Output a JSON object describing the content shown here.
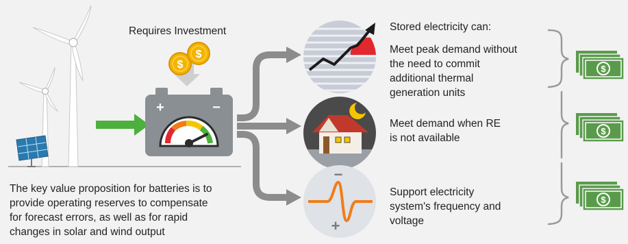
{
  "investment_label": "Requires Investment",
  "stored_heading": "Stored electricity can:",
  "benefits": [
    {
      "lines": [
        "Meet peak demand without",
        "the need to commit",
        "additional thermal",
        "generation units"
      ]
    },
    {
      "lines": [
        "Meet demand when RE",
        "is not available"
      ]
    },
    {
      "lines": [
        "Support electricity",
        "system's frequency and",
        "voltage"
      ]
    }
  ],
  "value_proposition": {
    "lines": [
      "The key value proposition for batteries is to",
      "provide operating reserves to compensate",
      "for forecast errors, as well as for rapid",
      "changes in solar and wind output"
    ]
  },
  "battery_terminals": {
    "plus": "+",
    "minus": "−"
  },
  "frequency_signs": {
    "minus": "−",
    "plus": "+"
  },
  "coin_symbol": "$",
  "banknote_symbol": "$",
  "colors": {
    "background": "#f2f2f2",
    "battery": "#8a8f94",
    "arrow_green": "#4caf3e",
    "connector_gray": "#8c8c8c",
    "coin": "#f4b400",
    "bill_green": "#5a9b4b",
    "chart_red": "#e0282e",
    "wave_orange": "#f07d1a",
    "house_roof": "#c0392b",
    "night_sky": "#4a4a4a",
    "moon": "#f6c500"
  },
  "icons": [
    "wind-turbine-icon",
    "solar-panel-icon",
    "coin-icon",
    "battery-icon",
    "gauge-icon",
    "rising-chart-icon",
    "house-night-icon",
    "moon-icon",
    "frequency-wave-icon",
    "banknote-icon",
    "brace-icon"
  ]
}
